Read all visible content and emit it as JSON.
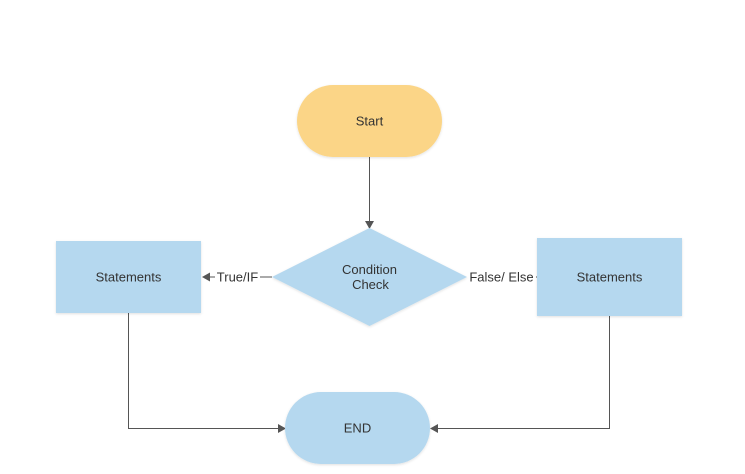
{
  "diagram": {
    "nodes": {
      "start": {
        "label": "Start",
        "color": "#fbd587"
      },
      "condition": {
        "line1": "Condition",
        "line2": "Check",
        "color": "#b5d8ef"
      },
      "statements_true": {
        "label": "Statements",
        "color": "#b5d8ef"
      },
      "statements_false": {
        "label": "Statements",
        "color": "#b5d8ef"
      },
      "end": {
        "label": "END",
        "color": "#b5d8ef"
      }
    },
    "edges": {
      "true_label": "True/IF",
      "false_label": "False/ Else"
    },
    "line_color": "#555555"
  }
}
